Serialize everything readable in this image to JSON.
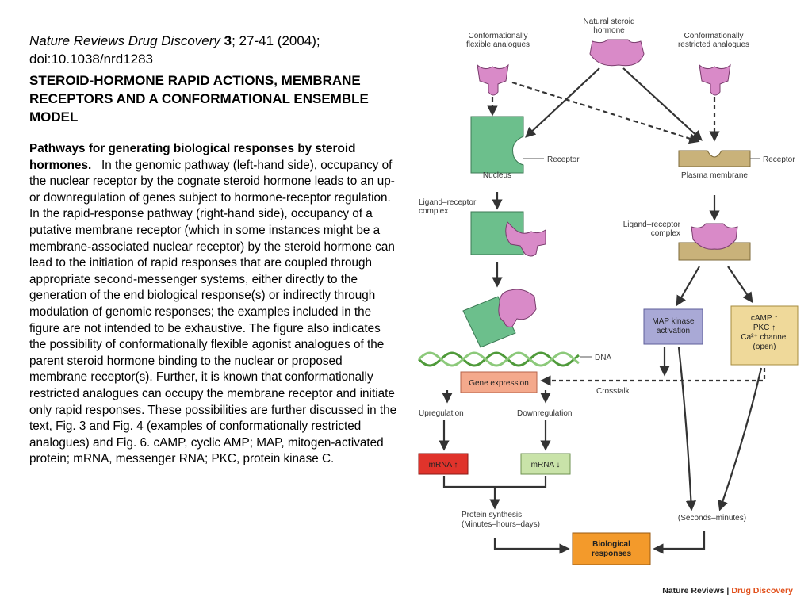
{
  "citation": {
    "journal": "Nature Reviews Drug Discovery",
    "volume": "3",
    "rest": "; 27-41 (2004); doi:10.1038/nrd1283"
  },
  "title": "STEROID-HORMONE RAPID ACTIONS, MEMBRANE RECEPTORS AND A CONFORMATIONAL ENSEMBLE MODEL",
  "caption": {
    "lead": "Pathways for generating biological responses by steroid hormones.",
    "body": "In the genomic pathway (left-hand side), occupancy of the nuclear receptor by the cognate steroid hormone leads to an up- or downregulation of genes subject to hormone-receptor regulation. In the rapid-response pathway (right-hand side), occupancy of a putative membrane receptor (which in some instances might be a membrane-associated nuclear receptor) by the steroid hormone can lead to the initiation of rapid responses that are coupled through appropriate second-messenger systems, either directly to the generation of the end biological response(s) or indirectly through modulation of genomic responses; the examples included in the figure are not intended to be exhaustive. The figure also indicates the possibility of conformationally flexible agonist analogues of the parent steroid hormone binding to the nuclear or proposed membrane receptor(s). Further, it is known that conformationally restricted analogues can occupy the membrane receptor and initiate only rapid responses. These possibilities are further discussed in the text, Fig. 3 and Fig. 4 (examples of conformationally restricted analogues) and Fig. 6. cAMP, cyclic AMP; MAP, mitogen-activated protein; mRNA, messenger RNA; PKC, protein kinase C."
  },
  "figure": {
    "flexible_1": "Conformationally",
    "flexible_2": "flexible analogues",
    "natural_1": "Natural steroid",
    "natural_2": "hormone",
    "restricted_1": "Conformationally",
    "restricted_2": "restricted analogues",
    "receptor_left": "Receptor",
    "receptor_right": "Receptor",
    "nucleus": "Nucleus",
    "plasma_membrane": "Plasma membrane",
    "lr_left_1": "Ligand–receptor",
    "lr_left_2": "complex",
    "lr_right_1": "Ligand–receptor",
    "lr_right_2": "complex",
    "map_1": "MAP kinase",
    "map_2": "activation",
    "camp_1": "cAMP ↑",
    "camp_2": "PKC ↑",
    "camp_3": "Ca²⁺ channel",
    "camp_4": "(open)",
    "dna": "DNA",
    "gene_expression": "Gene expression",
    "crosstalk": "Crosstalk",
    "upregulation": "Upregulation",
    "downregulation": "Downregulation",
    "mrna_up": "mRNA ↑",
    "mrna_down": "mRNA ↓",
    "protein_1": "Protein synthesis",
    "protein_2": "(Minutes–hours–days)",
    "seconds": "(Seconds–minutes)",
    "bio_1": "Biological",
    "bio_2": "responses",
    "brand_1": "Nature Reviews",
    "brand_sep": "|",
    "brand_2": "Drug Discovery"
  },
  "colors": {
    "hormone": "#d98ac8",
    "nuclear_receptor": "#6cbf8c",
    "membrane_receptor": "#c9b27a",
    "map_box": "#a9a9d6",
    "camp_box": "#efd99a",
    "gene_box": "#f4a98c",
    "mrna_up": "#e0332b",
    "mrna_down": "#c9e3a9",
    "bio_box": "#f39a2b",
    "dna": "#4f9a3a",
    "brand_accent": "#e1501b"
  }
}
